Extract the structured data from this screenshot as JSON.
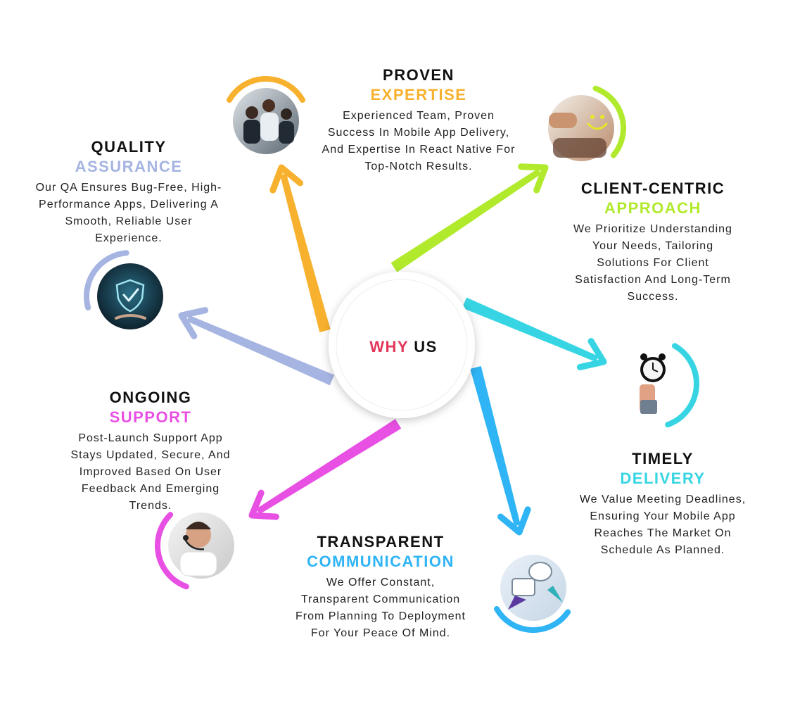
{
  "center": {
    "word1": "WHY",
    "word2": "US",
    "color1": "#e2365a",
    "color2": "#111111"
  },
  "items": [
    {
      "id": "proven-expertise",
      "heading": "PROVEN",
      "sub": "EXPERTISE",
      "color": "#f8b12e",
      "lines": [
        "Experienced Team, Proven",
        "Success In Mobile App Delivery,",
        "And Expertise In React Native For",
        "Top-Notch Results."
      ],
      "icon": "business-team-photo-icon"
    },
    {
      "id": "client-centric-approach",
      "heading": "CLIENT-CENTRIC",
      "sub": "APPROACH",
      "color": "#b1ea2c",
      "lines": [
        "We Prioritize Understanding",
        "Your Needs, Tailoring",
        "Solutions For Client",
        "Satisfaction And Long-Term",
        "Success."
      ],
      "icon": "smiley-face-photo-icon"
    },
    {
      "id": "timely-delivery",
      "heading": "TIMELY",
      "sub": "DELIVERY",
      "color": "#37d5e3",
      "lines": [
        "We Value Meeting Deadlines,",
        "Ensuring Your Mobile App",
        "Reaches The Market On",
        "Schedule As Planned."
      ],
      "icon": "alarm-clock-photo-icon"
    },
    {
      "id": "transparent-communication",
      "heading": "TRANSPARENT",
      "sub": "COMMUNICATION",
      "color": "#2fb4f5",
      "lines": [
        "We Offer Constant,",
        "Transparent Communication",
        "From Planning To Deployment",
        "For Your Peace Of Mind."
      ],
      "icon": "chat-bubbles-icon"
    },
    {
      "id": "ongoing-support",
      "heading": "ONGOING",
      "sub": "SUPPORT",
      "color": "#e84fe3",
      "lines": [
        "Post-Launch Support App",
        "Stays Updated, Secure, And",
        "Improved Based On User",
        "Feedback And Emerging",
        "Trends."
      ],
      "icon": "support-headset-photo-icon"
    },
    {
      "id": "quality-assurance",
      "heading": "QUALITY",
      "sub": "ASSURANCE",
      "color": "#a5b4e1",
      "lines": [
        "Our QA Ensures Bug-Free, High-",
        "Performance Apps, Delivering A",
        "Smooth, Reliable User",
        "Experience."
      ],
      "icon": "shield-check-icon"
    }
  ]
}
